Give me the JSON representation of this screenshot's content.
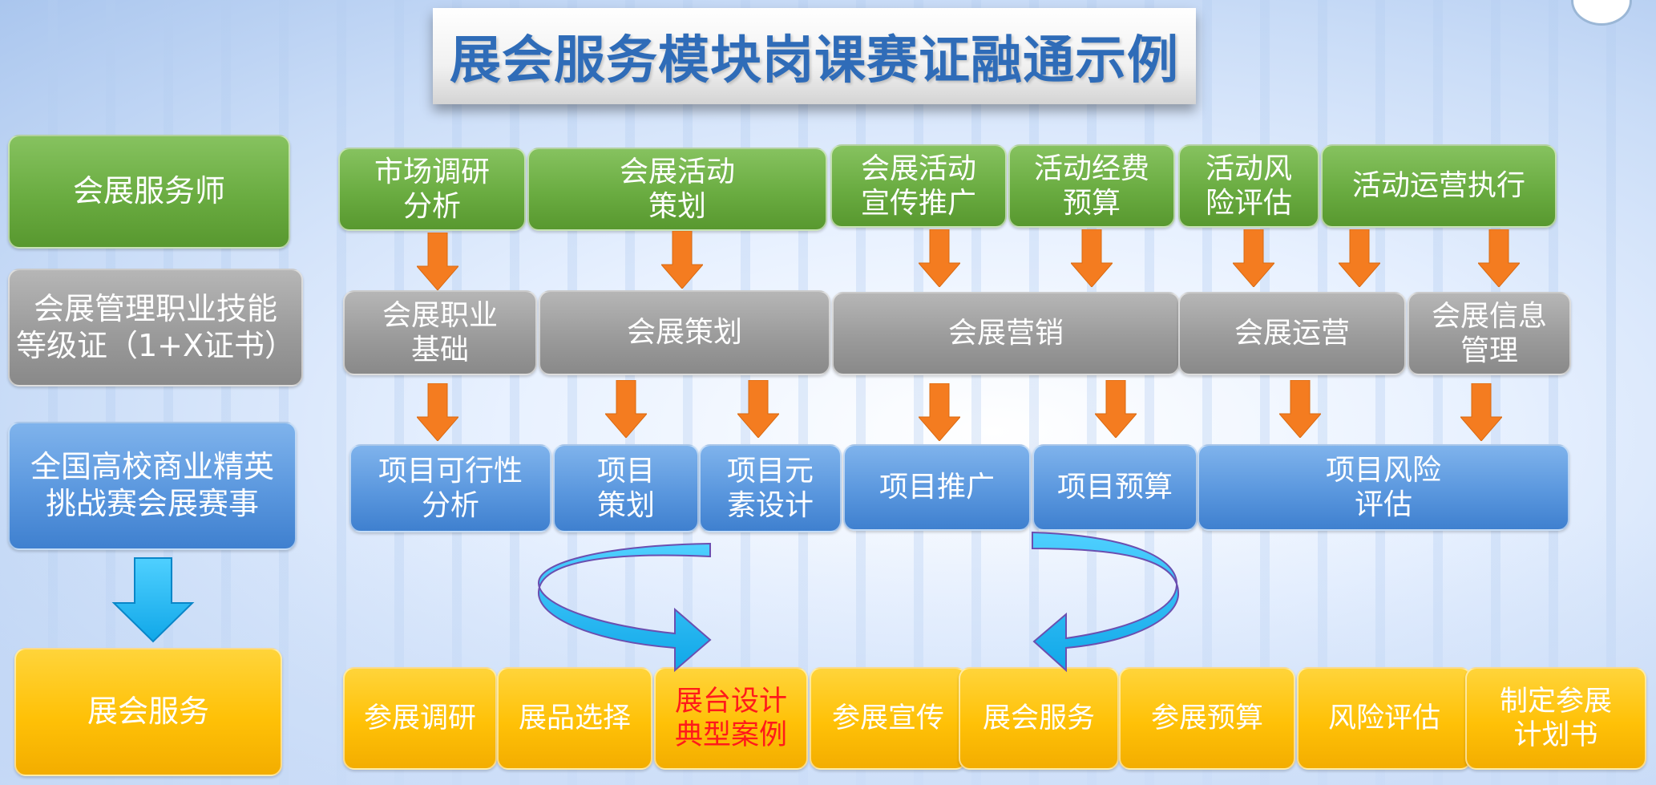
{
  "title": "展会服务模块岗课赛证融通示例",
  "left_column": {
    "job": "会展服务师",
    "certificate": "会展管理职业技能\n等级证（1+X证书）",
    "competition": "全国高校商业精英\n挑战赛会展赛事",
    "module": "展会服务"
  },
  "row_jobs": [
    "市场调研\n分析",
    "会展活动\n策划",
    "会展活动\n宣传推广",
    "活动经费\n预算",
    "活动风\n险评估",
    "活动运营执行"
  ],
  "row_certs": [
    "会展职业\n基础",
    "会展策划",
    "会展营销",
    "会展运营",
    "会展信息\n管理"
  ],
  "row_contests": [
    "项目可行性\n分析",
    "项目\n策划",
    "项目元\n素设计",
    "项目推广",
    "项目预算",
    "项目风险\n评估"
  ],
  "row_tasks": [
    "参展调研",
    "展品选择",
    "展台设计\n典型案例",
    "参展宣传",
    "展会服务",
    "参展预算",
    "风险评估",
    "制定参展\n计划书"
  ],
  "colors": {
    "green": "#6aac41",
    "gray": "#9b9b9b",
    "blue": "#5a97de",
    "yellow": "#ffc107",
    "arrow_orange": "#f47c20",
    "arrow_cyan": "#13b4ef",
    "title_blue": "#2f6cb8",
    "highlight_red": "#ff1a1a"
  },
  "icons": [
    "down-arrow-icon",
    "curved-arrow-icon",
    "logo-icon"
  ]
}
